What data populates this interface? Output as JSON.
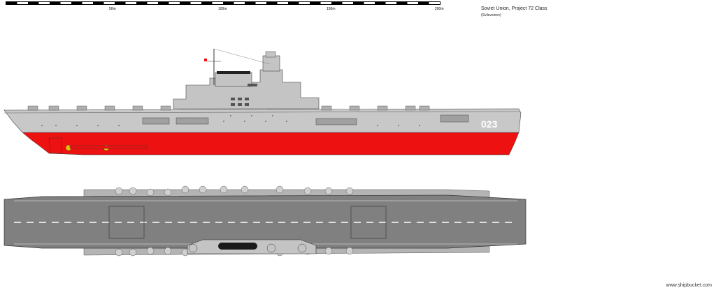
{
  "scale": {
    "labels": [
      "50m",
      "100m",
      "150m",
      "200m"
    ]
  },
  "header": {
    "title": "Soviet Union, Project 72 Class",
    "subtitle": "(Svilevsinen)"
  },
  "ship": {
    "hull_number": "023",
    "colors": {
      "hull_upper": "#c8c8c8",
      "hull_lower": "#ee1111",
      "deck": "#808080",
      "deck_edge": "#b4b4b4",
      "centerline": "#ffffff"
    }
  },
  "footer": {
    "watermark": "www.shipbucket.com"
  }
}
